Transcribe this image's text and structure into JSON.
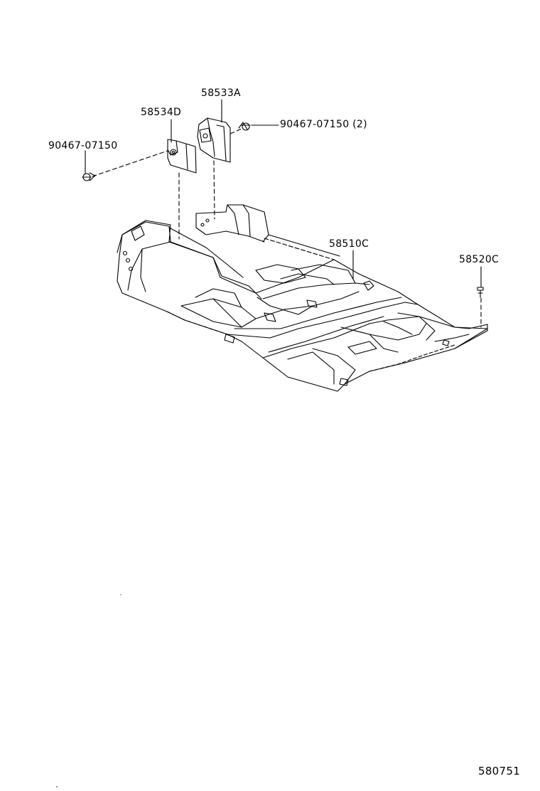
{
  "diagram": {
    "labels": {
      "part_58533a": "58533A",
      "part_58534d": "58534D",
      "bolt_right": "90467-07150 (2)",
      "bolt_left": "90467-07150",
      "part_58510c": "58510C",
      "part_58520c": "58520C"
    },
    "reference": "580751"
  }
}
